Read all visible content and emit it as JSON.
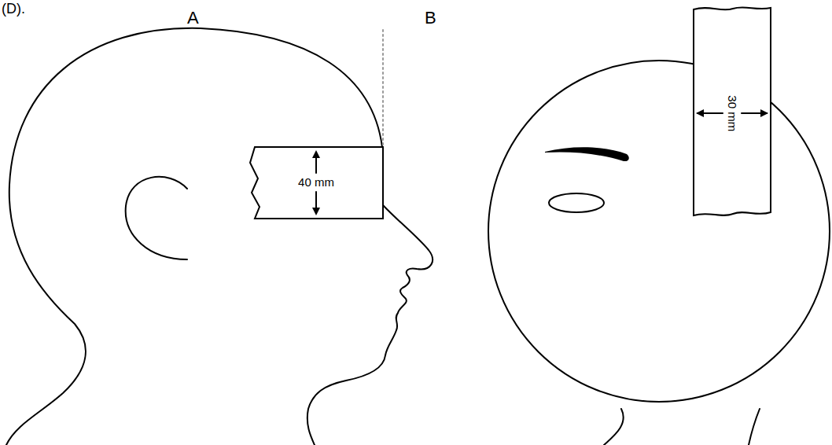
{
  "diagram": {
    "nodes": [
      {
        "text": [
          "40 mm"
        ]
      },
      {
        "text": [
          "30 mm"
        ]
      }
    ],
    "labels": [
      "(D).",
      "A",
      "B"
    ]
  }
}
